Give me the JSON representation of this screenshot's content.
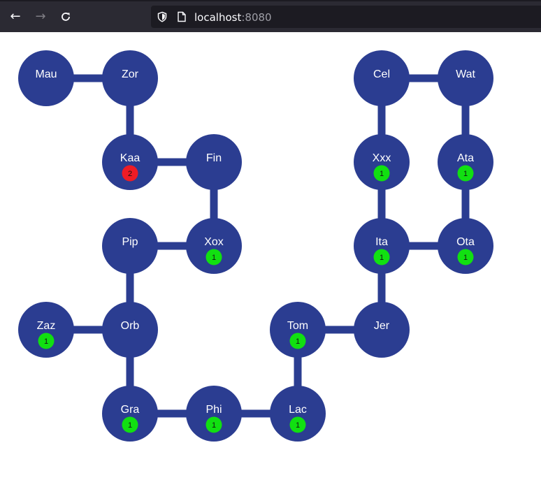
{
  "browser": {
    "url_host": "localhost",
    "url_port": ":8080",
    "icons": {
      "back": "arrow-left-icon",
      "forward": "arrow-right-icon",
      "reload": "reload-icon",
      "security": "shield-icon",
      "page": "page-icon"
    }
  },
  "colors": {
    "node": "#2b3d91",
    "edge": "#2b3d91",
    "badge_green": "#11e011",
    "badge_red": "#ee1c25",
    "label": "#ffffff"
  },
  "graph": {
    "nodes": [
      {
        "id": "Mau",
        "label": "Mau"
      },
      {
        "id": "Zor",
        "label": "Zor"
      },
      {
        "id": "Kaa",
        "label": "Kaa",
        "badge": "2",
        "badge_color": "red"
      },
      {
        "id": "Fin",
        "label": "Fin"
      },
      {
        "id": "Pip",
        "label": "Pip"
      },
      {
        "id": "Xox",
        "label": "Xox",
        "badge": "1",
        "badge_color": "green"
      },
      {
        "id": "Zaz",
        "label": "Zaz",
        "badge": "1",
        "badge_color": "green"
      },
      {
        "id": "Orb",
        "label": "Orb"
      },
      {
        "id": "Gra",
        "label": "Gra",
        "badge": "1",
        "badge_color": "green"
      },
      {
        "id": "Phi",
        "label": "Phi",
        "badge": "1",
        "badge_color": "green"
      },
      {
        "id": "Lac",
        "label": "Lac",
        "badge": "1",
        "badge_color": "green"
      },
      {
        "id": "Tom",
        "label": "Tom",
        "badge": "1",
        "badge_color": "green"
      },
      {
        "id": "Jer",
        "label": "Jer"
      },
      {
        "id": "Ita",
        "label": "Ita",
        "badge": "1",
        "badge_color": "green"
      },
      {
        "id": "Ota",
        "label": "Ota",
        "badge": "1",
        "badge_color": "green"
      },
      {
        "id": "Xxx",
        "label": "Xxx",
        "badge": "1",
        "badge_color": "green"
      },
      {
        "id": "Ata",
        "label": "Ata",
        "badge": "1",
        "badge_color": "green"
      },
      {
        "id": "Cel",
        "label": "Cel"
      },
      {
        "id": "Wat",
        "label": "Wat"
      }
    ],
    "edges": [
      [
        "Mau",
        "Zor"
      ],
      [
        "Zor",
        "Kaa"
      ],
      [
        "Kaa",
        "Fin"
      ],
      [
        "Fin",
        "Xox"
      ],
      [
        "Xox",
        "Pip"
      ],
      [
        "Pip",
        "Orb"
      ],
      [
        "Orb",
        "Zaz"
      ],
      [
        "Orb",
        "Gra"
      ],
      [
        "Gra",
        "Phi"
      ],
      [
        "Phi",
        "Lac"
      ],
      [
        "Lac",
        "Tom"
      ],
      [
        "Tom",
        "Jer"
      ],
      [
        "Jer",
        "Ita"
      ],
      [
        "Ita",
        "Ota"
      ],
      [
        "Ita",
        "Xxx"
      ],
      [
        "Ota",
        "Ata"
      ],
      [
        "Ata",
        "Wat"
      ],
      [
        "Xxx",
        "Cel"
      ],
      [
        "Cel",
        "Wat"
      ]
    ]
  }
}
